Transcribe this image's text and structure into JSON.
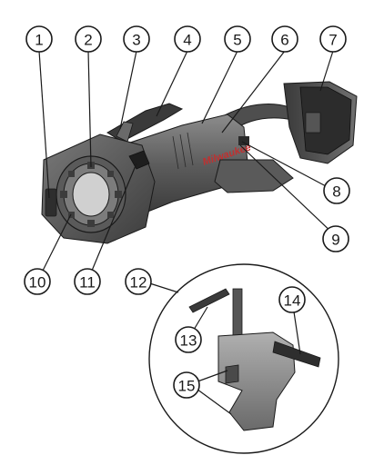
{
  "callouts": [
    {
      "id": "1",
      "label": "1"
    },
    {
      "id": "2",
      "label": "2"
    },
    {
      "id": "3",
      "label": "3"
    },
    {
      "id": "4",
      "label": "4"
    },
    {
      "id": "5",
      "label": "5"
    },
    {
      "id": "6",
      "label": "6"
    },
    {
      "id": "7",
      "label": "7"
    },
    {
      "id": "8",
      "label": "8"
    },
    {
      "id": "9",
      "label": "9"
    },
    {
      "id": "10",
      "label": "10"
    },
    {
      "id": "11",
      "label": "11"
    },
    {
      "id": "12",
      "label": "12"
    },
    {
      "id": "13",
      "label": "13"
    },
    {
      "id": "14",
      "label": "14"
    },
    {
      "id": "15",
      "label": "15"
    }
  ],
  "brand_text": "Milwaukee",
  "colors": {
    "body_dark": "#4a4a4a",
    "body_mid": "#6e6e6e",
    "body_light": "#9a9a9a",
    "outline": "#1a1a1a",
    "battery_red": "#c03030"
  }
}
